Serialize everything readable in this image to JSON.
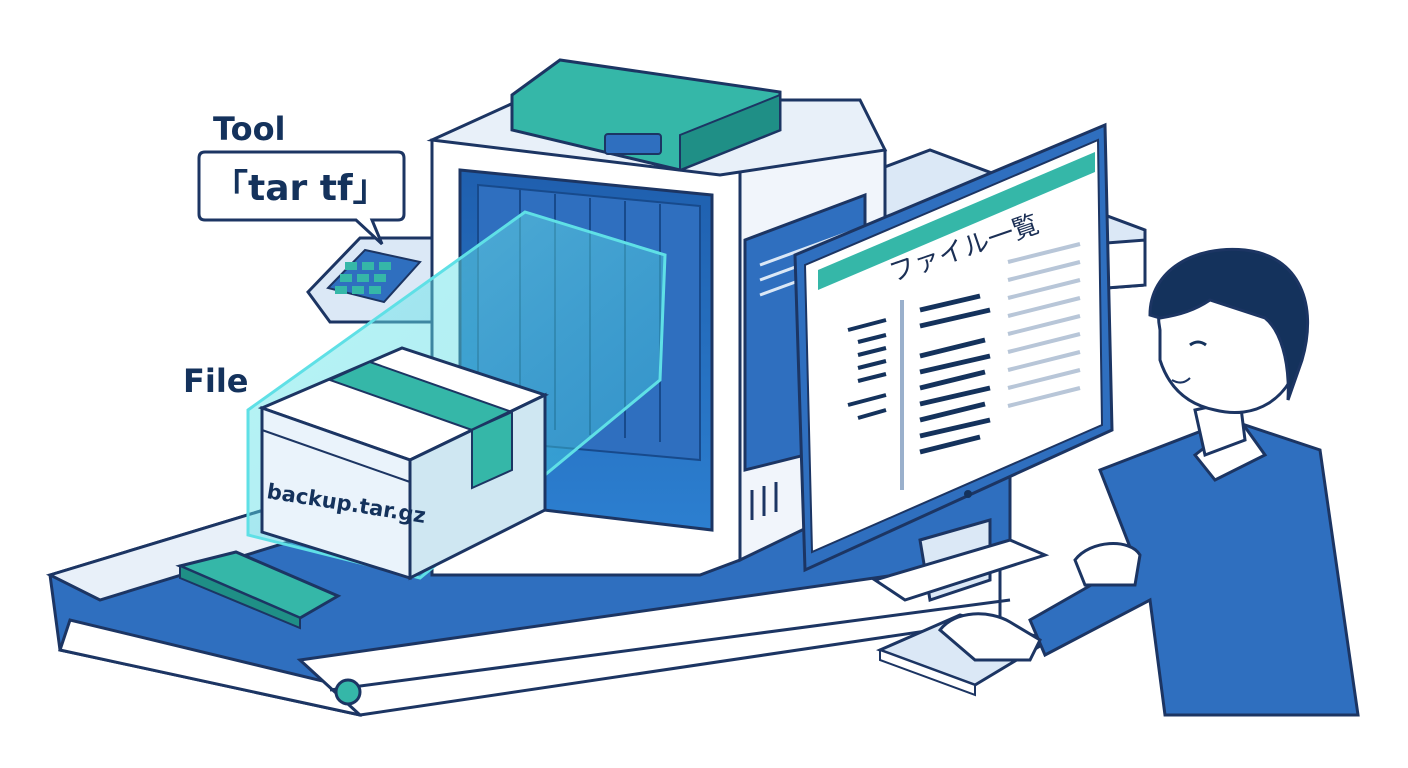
{
  "labels": {
    "tool_caption": "Tool",
    "tool_command": "「tar tf」",
    "file_caption": "File",
    "archive_name": "backup.tar.gz",
    "screen_title": "ファイル一覧"
  },
  "icons": {
    "scanner": "scanner-machine-icon",
    "keypad": "keypad-icon",
    "archive": "archive-box-icon",
    "monitor": "monitor-icon",
    "person": "operator-person-icon"
  },
  "colors": {
    "navy": "#14325c",
    "blue": "#2f6fbf",
    "light_blue": "#dbe8f6",
    "teal": "#35b7a8",
    "cyan_glow": "#5fe0e6",
    "outline": "#1c3563"
  }
}
